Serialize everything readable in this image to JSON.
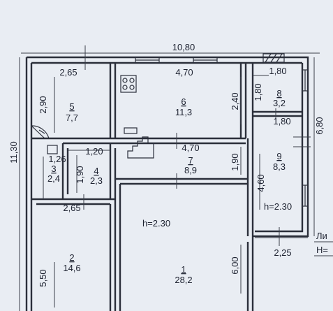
{
  "dimensions": {
    "top_total": "10,80",
    "left_total": "11,30",
    "right_total": "6,80",
    "r5_width": "2,65",
    "r6_width": "4,70",
    "r8_width": "1,80",
    "r5_height": "2,90",
    "r6_height": "2,40",
    "r8_height": "1,80",
    "r8_bottom_width": "1,80",
    "r7_width": "4,70",
    "r7_height": "1,90",
    "r4_width": "1,20",
    "r3_height": "1,26",
    "r4_height": "1,90",
    "r9_height": "4,60",
    "r2_width": "2,65",
    "r2_height": "5,50",
    "r1_height": "6,00",
    "bottom_right": "2,25"
  },
  "rooms": [
    {
      "num": "1",
      "area": "28,2"
    },
    {
      "num": "2",
      "area": "14,6"
    },
    {
      "num": "3",
      "area": "2,4"
    },
    {
      "num": "4",
      "area": "2,3"
    },
    {
      "num": "5",
      "area": "7,7"
    },
    {
      "num": "6",
      "area": "11,3"
    },
    {
      "num": "7",
      "area": "8,9"
    },
    {
      "num": "8",
      "area": "3,2"
    },
    {
      "num": "9",
      "area": "8,3"
    }
  ],
  "heights": {
    "main": "h=2.30",
    "right": "h=2.30"
  },
  "edge_text": {
    "top": "Ли",
    "bottom": "Н="
  }
}
